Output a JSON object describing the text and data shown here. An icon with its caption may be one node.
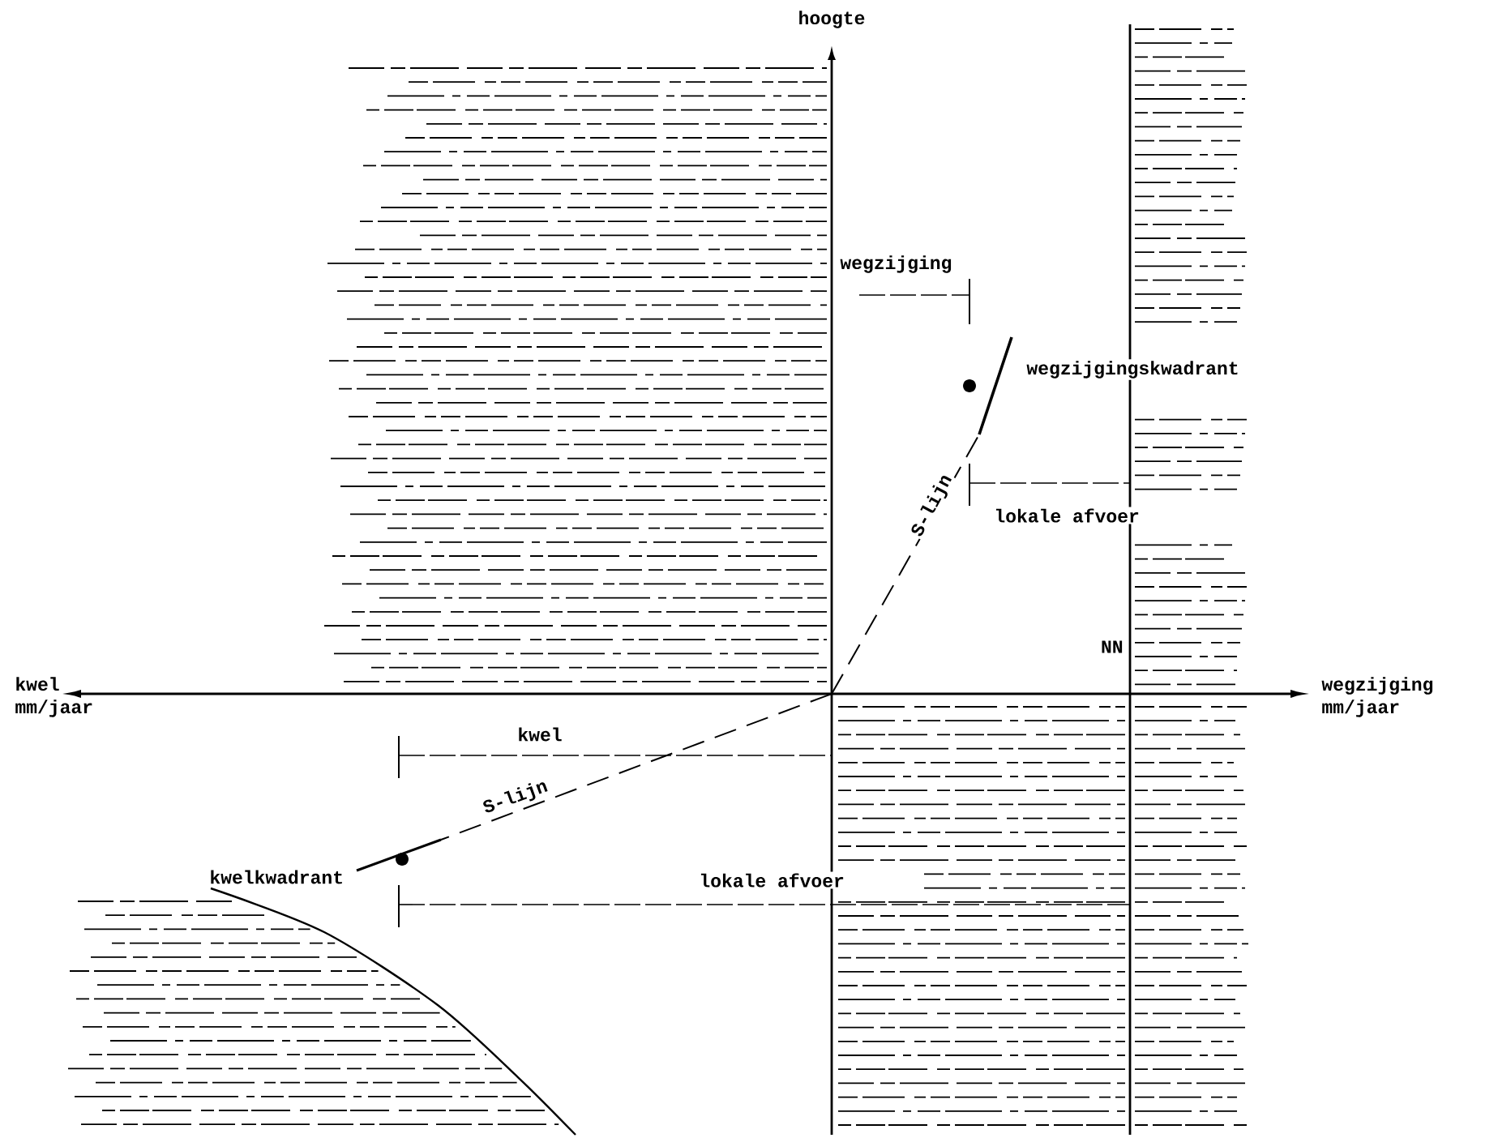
{
  "diagram": {
    "labels": [
      "hoogte",
      "wegzijging",
      "wegzijgingskwadrant",
      "S-lijn",
      "lokale afvoer",
      "NN",
      "kwel mm/jaar",
      "wegzijging mm/jaar",
      "kwel",
      "S-lijn",
      "kwelkwadrant",
      "lokale afvoer"
    ]
  }
}
